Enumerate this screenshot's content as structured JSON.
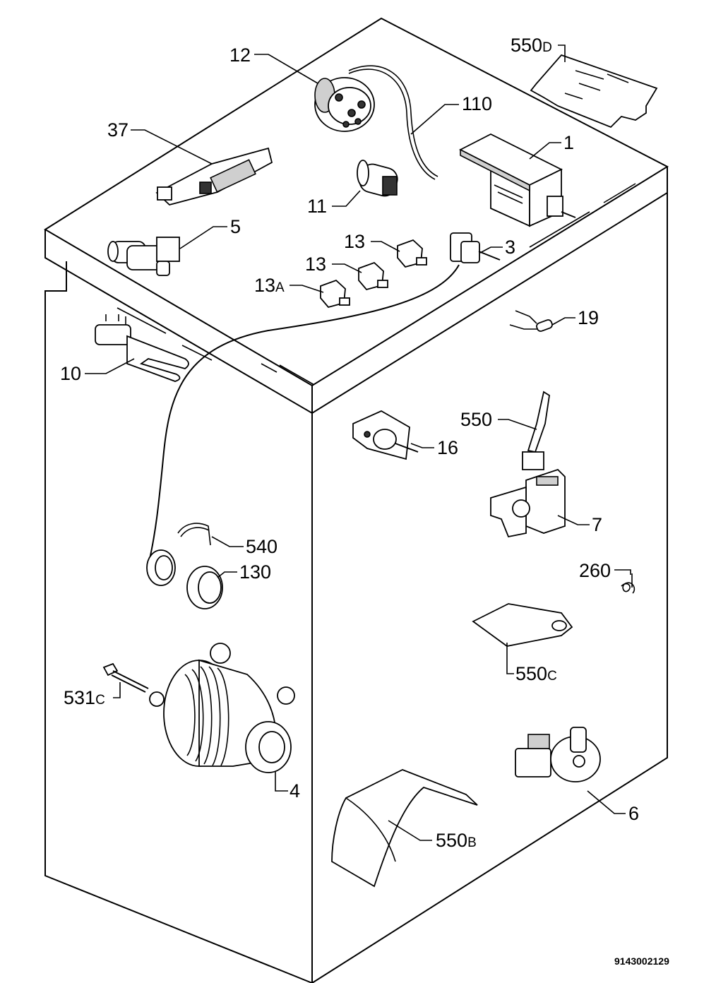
{
  "diagram": {
    "drawing_code": "9143002129",
    "callouts": [
      {
        "id": "c-12",
        "text": "12",
        "suffix": ""
      },
      {
        "id": "c-550d",
        "text": "550",
        "suffix": "D"
      },
      {
        "id": "c-110",
        "text": "110",
        "suffix": ""
      },
      {
        "id": "c-37",
        "text": "37",
        "suffix": ""
      },
      {
        "id": "c-1",
        "text": "1",
        "suffix": ""
      },
      {
        "id": "c-11",
        "text": "11",
        "suffix": ""
      },
      {
        "id": "c-5",
        "text": "5",
        "suffix": ""
      },
      {
        "id": "c-13a",
        "text": "13",
        "suffix": ""
      },
      {
        "id": "c-3",
        "text": "3",
        "suffix": ""
      },
      {
        "id": "c-13b",
        "text": "13",
        "suffix": ""
      },
      {
        "id": "c-13A",
        "text": "13",
        "suffix": "A"
      },
      {
        "id": "c-19",
        "text": "19",
        "suffix": ""
      },
      {
        "id": "c-10",
        "text": "10",
        "suffix": ""
      },
      {
        "id": "c-550",
        "text": "550",
        "suffix": ""
      },
      {
        "id": "c-16",
        "text": "16",
        "suffix": ""
      },
      {
        "id": "c-7",
        "text": "7",
        "suffix": ""
      },
      {
        "id": "c-540",
        "text": "540",
        "suffix": ""
      },
      {
        "id": "c-130",
        "text": "130",
        "suffix": ""
      },
      {
        "id": "c-260",
        "text": "260",
        "suffix": ""
      },
      {
        "id": "c-550c",
        "text": "550",
        "suffix": "C"
      },
      {
        "id": "c-531c",
        "text": "531",
        "suffix": "C"
      },
      {
        "id": "c-4",
        "text": "4",
        "suffix": ""
      },
      {
        "id": "c-6",
        "text": "6",
        "suffix": ""
      },
      {
        "id": "c-550b",
        "text": "550",
        "suffix": "B"
      }
    ]
  }
}
